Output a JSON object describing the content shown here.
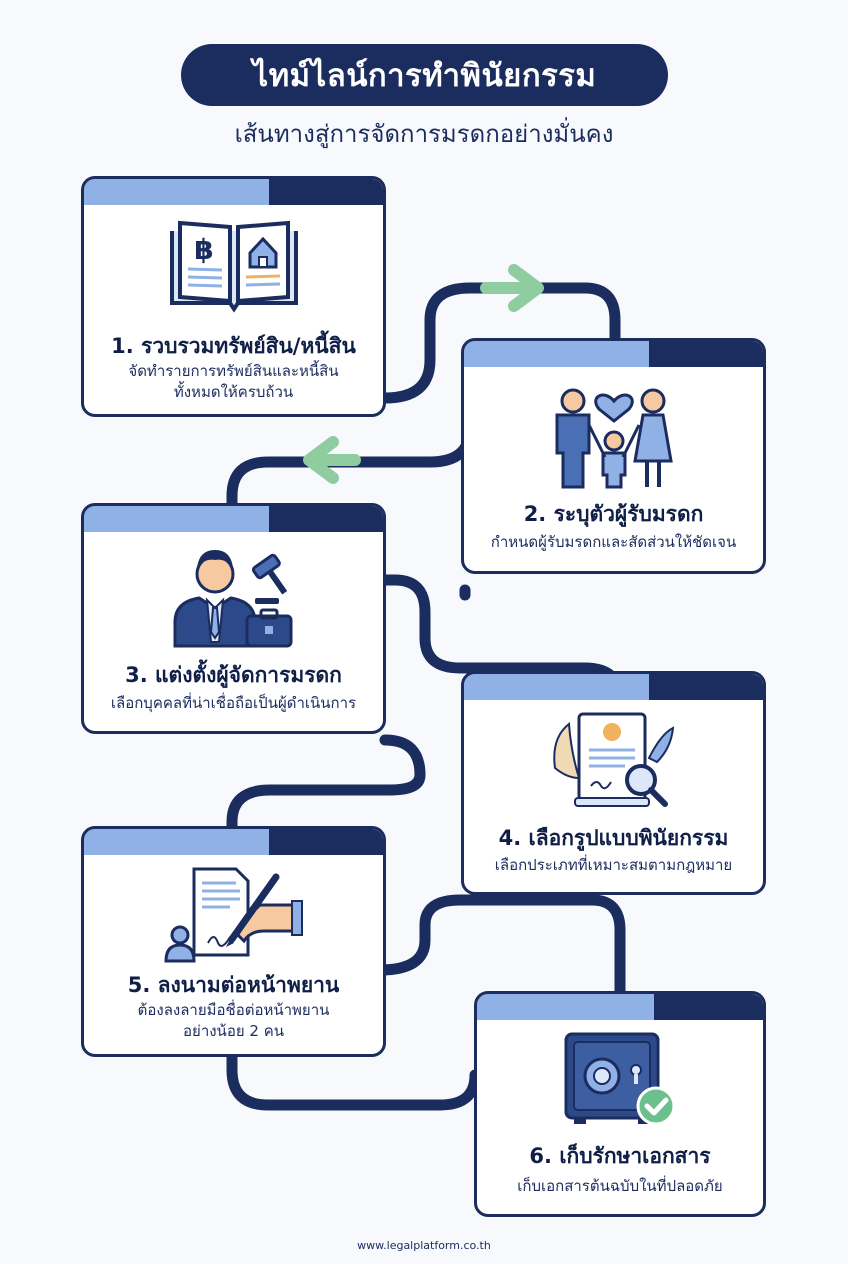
{
  "header": {
    "title": "ไทม์ไลน์การทำพินัยกรรม",
    "subtitle": "เส้นทางสู่การจัดการมรดกอย่างมั่นคง"
  },
  "steps": [
    {
      "title": "1. รวบรวมทรัพย์สิน/หนี้สิน",
      "description": "จัดทำรายการทรัพย์สินและหนี้สิน\nทั้งหมดให้ครบถ้วน",
      "icon": "ledger-book-icon"
    },
    {
      "title": "2. ระบุตัวผู้รับมรดก",
      "description": "กำหนดผู้รับมรดกและสัดส่วนให้ชัดเจน",
      "icon": "family-icon"
    },
    {
      "title": "3. แต่งตั้งผู้จัดการมรดก",
      "description": "เลือกบุคคลที่น่าเชื่อถือเป็นผู้ดำเนินการ",
      "icon": "lawyer-gavel-icon"
    },
    {
      "title": "4. เลือกรูปแบบพินัยกรรม",
      "description": "เลือกประเภทที่เหมาะสมตามกฎหมาย",
      "icon": "document-magnifier-icon"
    },
    {
      "title": "5. ลงนามต่อหน้าพยาน",
      "description": "ต้องลงลายมือชื่อต่อหน้าพยาน\nอย่างน้อย 2 คน",
      "icon": "signing-document-icon"
    },
    {
      "title": "6. เก็บรักษาเอกสาร",
      "description": "เก็บเอกสารต้นฉบับในที่ปลอดภัย",
      "icon": "safe-check-icon"
    }
  ],
  "footer": {
    "url": "www.legalplatform.co.th"
  },
  "colors": {
    "navy": "#1b2c5e",
    "light_blue": "#8fb1e6",
    "arrow_green": "#8fcca0",
    "check_green": "#6cc08b"
  }
}
